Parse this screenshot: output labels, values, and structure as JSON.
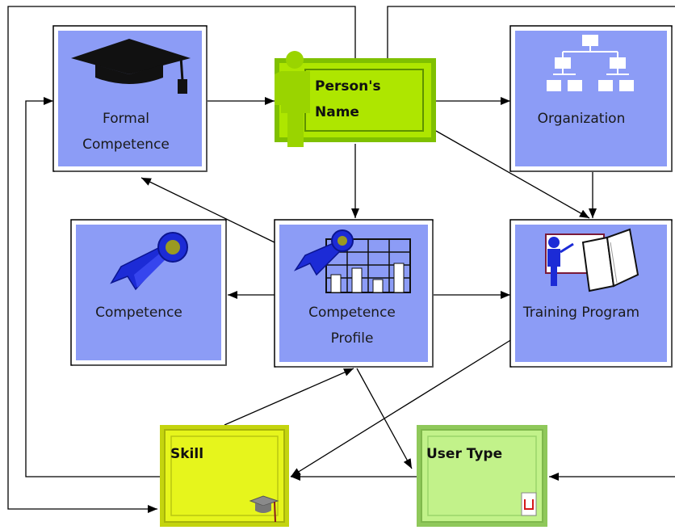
{
  "diagram": {
    "nodes": {
      "formal_competence": {
        "line1": "Formal",
        "line2": "Competence"
      },
      "persons_name": {
        "line1": "Person's",
        "line2": "Name"
      },
      "organization": {
        "label": "Organization"
      },
      "competence": {
        "label": "Competence"
      },
      "competence_profile": {
        "line1": "Competence",
        "line2": "Profile"
      },
      "training_program": {
        "label": "Training Program"
      },
      "skill": {
        "label": "Skill"
      },
      "user_type": {
        "label": "User Type"
      }
    }
  },
  "colors": {
    "entity_fill": "#8c9cf6",
    "entity_border": "#ffffff",
    "person_fill": "#aee600",
    "skill_fill": "#e6f51c",
    "user_type_fill": "#c2f28a",
    "line": "#000000"
  },
  "icons": {
    "formal_competence": "graduation-cap-icon",
    "persons_name": "person-silhouette-icon",
    "organization": "org-chart-icon",
    "competence": "award-ribbon-icon",
    "competence_profile": "ribbon-bar-chart-icon",
    "training_program": "presenter-book-icon",
    "skill": "small-graduation-cap-icon",
    "user_type": "small-badge-icon"
  }
}
